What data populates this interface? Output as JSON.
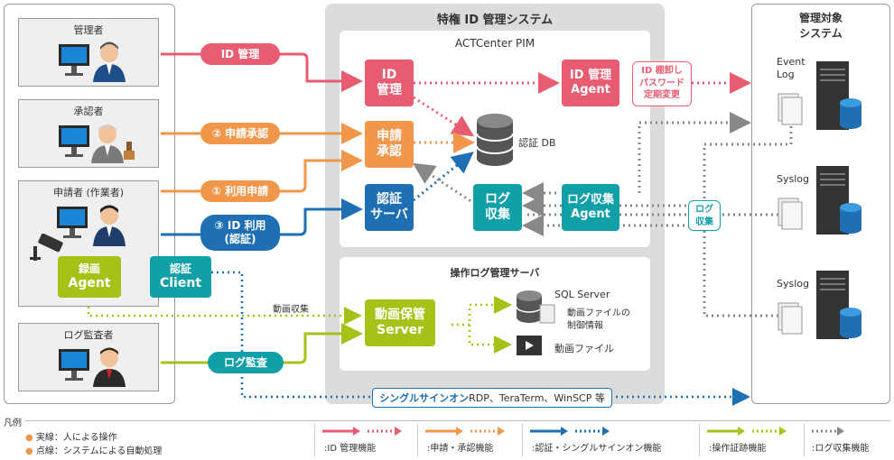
{
  "users_panel": {
    "admin": "管理者",
    "approver": "承認者",
    "applicant": "申請者 (作業者)",
    "auditor": "ログ監査者",
    "recording_agent": [
      "録画",
      "Agent"
    ],
    "auth_client": [
      "認証",
      "Client"
    ]
  },
  "flows": {
    "id_mgmt": "ID 管理",
    "approve": "② 申請承認",
    "apply": "① 利用申請",
    "id_use": [
      "③ ID 利用",
      "(認証)"
    ],
    "log_audit": "ログ監査",
    "video_collect": "動画収集",
    "id_actions": [
      "ID 棚卸し",
      "パスワード",
      "定期変更"
    ],
    "log_collect": [
      "ログ",
      "収集"
    ],
    "sso": "シングルサインオン",
    "sso_protocols": " RDP、TeraTerm、WinSCP 等"
  },
  "pim_system": {
    "title": "特権 ID 管理システム",
    "product": "ACTCenter PIM",
    "id_mgmt_box": [
      "ID",
      "管理"
    ],
    "approve_box": [
      "申請",
      "承認"
    ],
    "auth_server_box": [
      "認証",
      "サーバ"
    ],
    "auth_db": "認証 DB",
    "id_agent_box": [
      "ID 管理",
      "Agent"
    ],
    "log_collect_box": [
      "ログ",
      "収集"
    ],
    "log_agent_box": [
      "ログ収集",
      "Agent"
    ]
  },
  "oplog_server": {
    "title": "操作ログ管理サーバ",
    "video_server": [
      "動画保管",
      "Server"
    ],
    "sql_server": "SQL Server",
    "sql_desc": [
      "動画ファイルの",
      "制御情報"
    ],
    "video_file": "動画ファイル"
  },
  "target_system": {
    "title": [
      "管理対象",
      "システム"
    ],
    "servers": [
      {
        "label": [
          "Event",
          "Log"
        ]
      },
      {
        "label": [
          "Syslog"
        ]
      },
      {
        "label": [
          "Syslog"
        ]
      }
    ]
  },
  "legend": {
    "title": "凡例",
    "solid": "実線：人による操作",
    "dotted": "点線：システムによる自動処理",
    "items": [
      {
        "label": ":ID 管理機能",
        "color": "#e85c72"
      },
      {
        "label": ":申請・承認機能",
        "color": "#f0974b"
      },
      {
        "label": ":認証・シングルサインオン機能",
        "color": "#1f6fb5"
      },
      {
        "label": ":操作証跡機能",
        "color": "#a6c218"
      },
      {
        "label": ":ログ収集機能",
        "color": "#888888"
      }
    ]
  },
  "colors": {
    "pink": "#e85c72",
    "orange": "#f0974b",
    "blue": "#1f6fb5",
    "teal": "#11a0a8",
    "green": "#a6c218",
    "gray": "#888888"
  }
}
